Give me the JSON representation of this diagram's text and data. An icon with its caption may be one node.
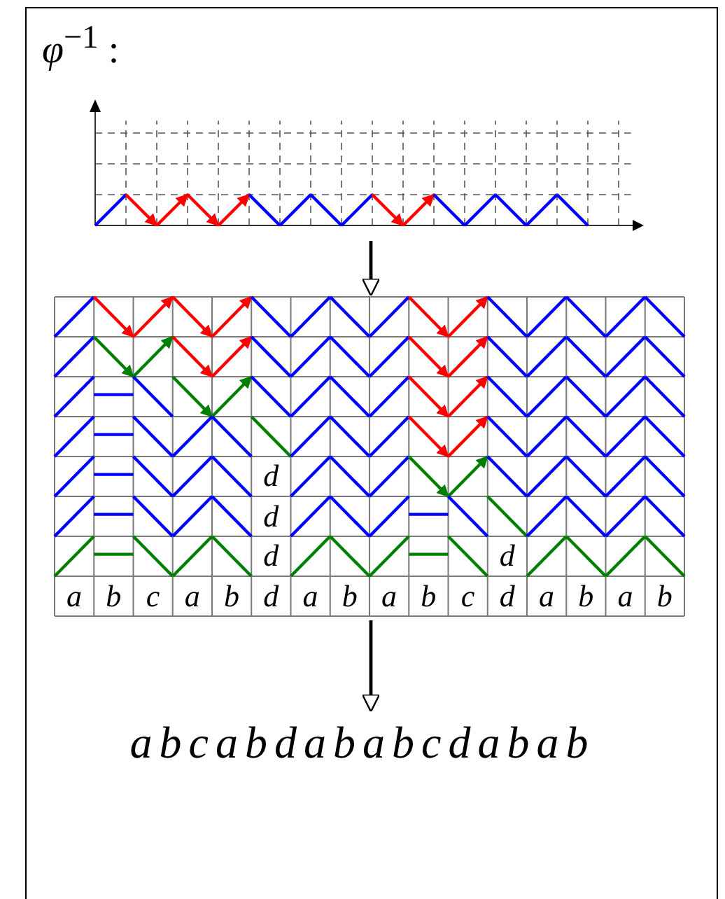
{
  "diagram": {
    "title": "*φ*$^{−1}$ :",
    "nodes": [
      {
        "text": [],
        "shape": "picture"
      },
      {
        "text": [],
        "shape": "picture"
      },
      {
        "text": [
          "abcabdababcdabab"
        ]
      }
    ],
    "edges": [
      {
        "from": 0,
        "to": 1,
        "arrow": "to"
      },
      {
        "from": 1,
        "to": 2,
        "arrow": "to"
      }
    ],
    "labels": [
      "d",
      "d",
      "d",
      "d",
      "a",
      "b",
      "c",
      "a",
      "b",
      "d",
      "a",
      "b",
      "a",
      "b",
      "c",
      "d",
      "a",
      "b",
      "a",
      "b"
    ]
  }
}
